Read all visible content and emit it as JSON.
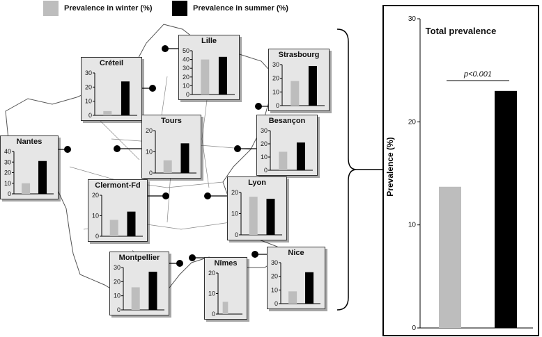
{
  "colors": {
    "winter": "#bdbdbd",
    "summer": "#000000",
    "map_fill": "#ffffff",
    "panel_fill": "#e6e6e6"
  },
  "legend": {
    "winter_label": "Prevalence in winter (%)",
    "summer_label": "Prevalence in summer (%)"
  },
  "chart_data": [
    {
      "type": "bar",
      "title": "Lille",
      "categories": [
        "winter",
        "summer"
      ],
      "values": [
        40,
        43
      ],
      "ylim": [
        0,
        50
      ],
      "yticks": [
        0,
        10,
        20,
        30,
        40,
        50
      ]
    },
    {
      "type": "bar",
      "title": "Créteil",
      "categories": [
        "winter",
        "summer"
      ],
      "values": [
        3,
        24
      ],
      "ylim": [
        0,
        30
      ],
      "yticks": [
        0,
        10,
        20,
        30
      ]
    },
    {
      "type": "bar",
      "title": "Strasbourg",
      "categories": [
        "winter",
        "summer"
      ],
      "values": [
        18,
        29
      ],
      "ylim": [
        0,
        30
      ],
      "yticks": [
        0,
        10,
        20,
        30
      ]
    },
    {
      "type": "bar",
      "title": "Tours",
      "categories": [
        "winter",
        "summer"
      ],
      "values": [
        6,
        14
      ],
      "ylim": [
        0,
        20
      ],
      "yticks": [
        0,
        10,
        20
      ]
    },
    {
      "type": "bar",
      "title": "Besançon",
      "categories": [
        "winter",
        "summer"
      ],
      "values": [
        14,
        21
      ],
      "ylim": [
        0,
        30
      ],
      "yticks": [
        0,
        10,
        20,
        30
      ]
    },
    {
      "type": "bar",
      "title": "Nantes",
      "categories": [
        "winter",
        "summer"
      ],
      "values": [
        10,
        31
      ],
      "ylim": [
        0,
        40
      ],
      "yticks": [
        0,
        10,
        20,
        30,
        40
      ]
    },
    {
      "type": "bar",
      "title": "Clermont-Fd",
      "categories": [
        "winter",
        "summer"
      ],
      "values": [
        8,
        12
      ],
      "ylim": [
        0,
        20
      ],
      "yticks": [
        0,
        10,
        20
      ]
    },
    {
      "type": "bar",
      "title": "Lyon",
      "categories": [
        "winter",
        "summer"
      ],
      "values": [
        18,
        17
      ],
      "ylim": [
        0,
        20
      ],
      "yticks": [
        0,
        10,
        20
      ]
    },
    {
      "type": "bar",
      "title": "Montpellier",
      "categories": [
        "winter",
        "summer"
      ],
      "values": [
        16,
        27
      ],
      "ylim": [
        0,
        30
      ],
      "yticks": [
        0,
        10,
        20,
        30
      ]
    },
    {
      "type": "bar",
      "title": "Nîmes",
      "categories": [
        "winter",
        "summer"
      ],
      "values": [
        6,
        null
      ],
      "ylim": [
        0,
        20
      ],
      "yticks": [
        0,
        10,
        20
      ]
    },
    {
      "type": "bar",
      "title": "Nice",
      "categories": [
        "winter",
        "summer"
      ],
      "values": [
        9,
        23
      ],
      "ylim": [
        0,
        30
      ],
      "yticks": [
        0,
        10,
        20,
        30
      ]
    },
    {
      "type": "bar",
      "title": "Total prevalence",
      "ylabel": "Prevalence (%)",
      "annotation": "p<0.001",
      "categories": [
        "winter",
        "summer"
      ],
      "values": [
        13.7,
        23.0
      ],
      "ylim": [
        0,
        30
      ],
      "yticks": [
        0,
        10,
        20,
        30
      ]
    }
  ]
}
